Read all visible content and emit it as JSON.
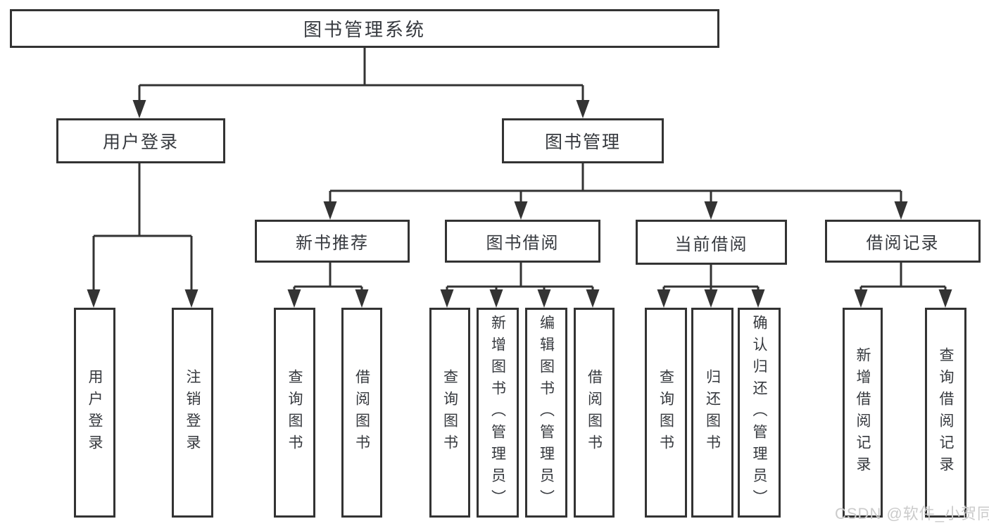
{
  "diagram": {
    "root": {
      "label": "图书管理系统"
    },
    "user_login": {
      "label": "用户登录",
      "children": {
        "login": {
          "label": "用户登录"
        },
        "logout": {
          "label": "注销登录"
        }
      }
    },
    "book_mgmt": {
      "label": "图书管理",
      "children": {
        "new_books": {
          "label": "新书推荐",
          "children": {
            "query_books": {
              "label": "查询图书"
            },
            "borrow_books": {
              "label": "借阅图书"
            }
          }
        },
        "book_borrow": {
          "label": "图书借阅",
          "children": {
            "query_books": {
              "label": "查询图书"
            },
            "add_books_admin": {
              "label": "新增图书（管理员）"
            },
            "edit_books_admin": {
              "label": "编辑图书（管理员）"
            },
            "borrow_books": {
              "label": "借阅图书"
            }
          }
        },
        "current_borrow": {
          "label": "当前借阅",
          "children": {
            "query_books": {
              "label": "查询图书"
            },
            "return_books": {
              "label": "归还图书"
            },
            "confirm_return_admin": {
              "label": "确认归还（管理员）"
            }
          }
        },
        "borrow_records": {
          "label": "借阅记录",
          "children": {
            "add_borrow_record": {
              "label": "新增借阅记录"
            },
            "query_borrow_record": {
              "label": "查询借阅记录"
            }
          }
        }
      }
    },
    "watermark": "CSDN @软件_小贺同学",
    "colors": {
      "line": "#333333",
      "box_border": "#333333",
      "box_fill": "#ffffff",
      "text": "#36393e",
      "watermark": "#cbcbcb",
      "background": "#ffffff"
    }
  }
}
